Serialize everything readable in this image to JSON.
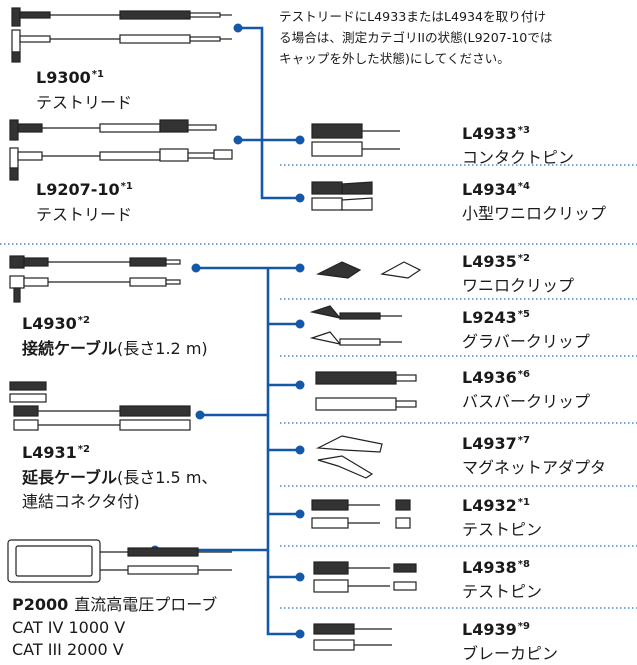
{
  "note": {
    "line1": "テストリードにL4933またはL4934を取り付け",
    "line2": "る場合は、測定カテゴリIIの状態(L9207-10では",
    "line3": "キャップを外した状態)にしてください。"
  },
  "left": {
    "l9300": {
      "model": "L9300",
      "mark": "*1",
      "desc": "テストリード"
    },
    "l9207": {
      "model": "L9207-10",
      "mark": "*1",
      "desc": "テストリード"
    },
    "l4930": {
      "model": "L4930",
      "mark": "*2",
      "desc": "接続ケーブル",
      "spec": "(長さ1.2 m)"
    },
    "l4931": {
      "model": "L4931",
      "mark": "*2",
      "desc": "延長ケーブル",
      "spec": "(長さ1.5 m、",
      "spec2": "連結コネクタ付)"
    },
    "p2000": {
      "model": "P2000",
      "desc": "直流高電圧プローブ",
      "cat1": "CAT IV 1000 V",
      "cat2": "CAT III 2000 V"
    }
  },
  "right": [
    {
      "model": "L4933",
      "mark": "*3",
      "desc": "コンタクトピン"
    },
    {
      "model": "L4934",
      "mark": "*4",
      "desc": "小型ワニロクリップ"
    },
    {
      "model": "L4935",
      "mark": "*2",
      "desc": "ワニロクリップ"
    },
    {
      "model": "L9243",
      "mark": "*5",
      "desc": "グラバークリップ"
    },
    {
      "model": "L4936",
      "mark": "*6",
      "desc": "バスバークリップ"
    },
    {
      "model": "L4937",
      "mark": "*7",
      "desc": "マグネットアダプタ"
    },
    {
      "model": "L4932",
      "mark": "*1",
      "desc": "テストピン"
    },
    {
      "model": "L4938",
      "mark": "*8",
      "desc": "テストピン"
    },
    {
      "model": "L4939",
      "mark": "*9",
      "desc": "ブレーカピン"
    }
  ],
  "colors": {
    "connector": "#1557a8",
    "separator": "#2e6bb5",
    "text": "#1a1a1a"
  }
}
